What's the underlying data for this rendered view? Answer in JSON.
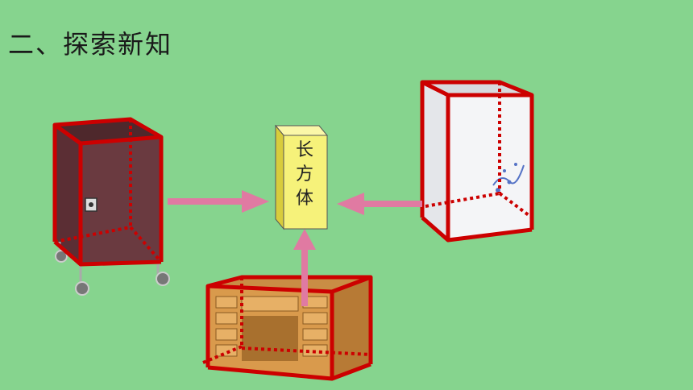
{
  "heading": "二、探索新知",
  "center_box": {
    "chars": [
      "长",
      "方",
      "体"
    ]
  },
  "colors": {
    "background": "#86d48e",
    "outline": "#cc0000",
    "arrow": "#e07aa2",
    "box_front": "#f6f27a",
    "box_side": "#d8cc3c"
  },
  "objects": [
    "cabinet",
    "refrigerator",
    "desk"
  ]
}
